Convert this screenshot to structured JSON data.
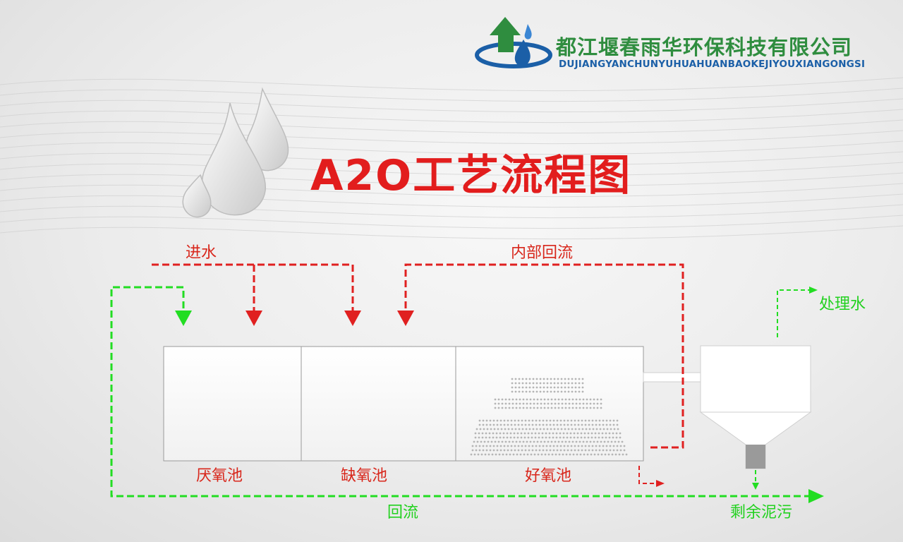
{
  "header": {
    "company_name": "都江堰春雨华环保科技有限公司",
    "company_pinyin": "DUJIANGYANCHUNYUHUAHUANBAOKEJIYOUXIANGONGSI"
  },
  "diagram": {
    "title": "A2O工艺流程图",
    "labels": {
      "influent": "进水",
      "internal_recycle": "内部回流",
      "treated_water": "处理水",
      "anaerobic_tank": "厌氧池",
      "anoxic_tank": "缺氧池",
      "aerobic_tank": "好氧池",
      "return_flow": "回流",
      "excess_sludge": "剩余泥污"
    }
  },
  "colors": {
    "influent_line": "#e02020",
    "return_line": "#22dd22",
    "title": "#e21d1d",
    "brand_green": "#2f8d3f",
    "brand_blue": "#1b5fa7"
  },
  "icons": [
    "company-logo-icon",
    "water-drops-icon"
  ]
}
